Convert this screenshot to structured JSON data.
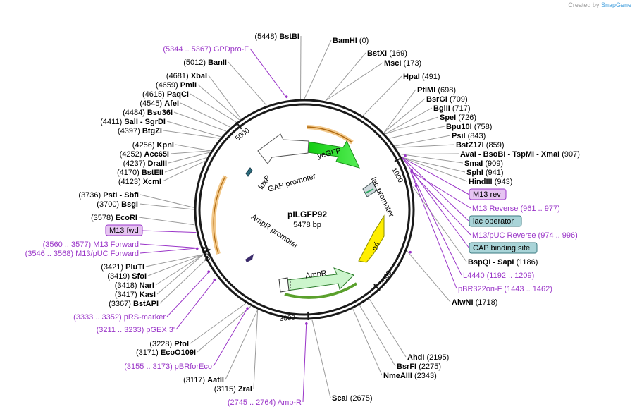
{
  "credit": {
    "created_by": "Created by",
    "brand": "SnapGene"
  },
  "plasmid": {
    "name": "pILGFP92",
    "size": "5478 bp"
  },
  "ring_ticks": [
    "1000",
    "2000",
    "3000",
    "4000",
    "5000"
  ],
  "features": [
    {
      "id": "yegfp",
      "label": "yeGFP"
    },
    {
      "id": "lac_promoter",
      "label": "lac promoter"
    },
    {
      "id": "ori",
      "label": "ori"
    },
    {
      "id": "ampr",
      "label": "AmpR"
    },
    {
      "id": "ampr_promoter",
      "label": "AmpR promoter"
    },
    {
      "id": "gap_promoter",
      "label": "GAP promoter"
    },
    {
      "id": "loxp",
      "label": "loxP"
    }
  ],
  "right_labels": [
    {
      "name": "BamHI",
      "pos": "(0)"
    },
    {
      "name": "BstXI",
      "pos": "(169)"
    },
    {
      "name": "MscI",
      "pos": "(173)"
    },
    {
      "name": "HpaI",
      "pos": "(491)"
    },
    {
      "name": "PflMI",
      "pos": "(698)"
    },
    {
      "name": "BsrGI",
      "pos": "(709)"
    },
    {
      "name": "BglII",
      "pos": "(717)"
    },
    {
      "name": "SpeI",
      "pos": "(726)"
    },
    {
      "name": "Bpu10I",
      "pos": "(758)"
    },
    {
      "name": "PsiI",
      "pos": "(843)"
    },
    {
      "name": "BstZ17I",
      "pos": "(859)"
    },
    {
      "name": "AvaI - BsoBI - TspMI - XmaI",
      "pos": "(907)"
    },
    {
      "name": "SmaI",
      "pos": "(909)"
    },
    {
      "name": "SphI",
      "pos": "(941)"
    },
    {
      "name": "HindIII",
      "pos": "(943)"
    },
    {
      "name": "BspQI - SapI",
      "pos": "(1186)"
    },
    {
      "name": "AlwNI",
      "pos": "(1718)"
    },
    {
      "name": "AhdI",
      "pos": "(2195)"
    },
    {
      "name": "BsrFI",
      "pos": "(2275)"
    },
    {
      "name": "NmeAIII",
      "pos": "(2343)"
    },
    {
      "name": "ScaI",
      "pos": "(2675)"
    }
  ],
  "right_boxes": [
    {
      "label": "M13 rev"
    },
    {
      "label": "lac operator"
    },
    {
      "label": "CAP binding site"
    }
  ],
  "right_primers": [
    {
      "name": "M13 Reverse",
      "range": "(961 .. 977)"
    },
    {
      "name": "M13/pUC Reverse",
      "range": "(974 .. 996)"
    },
    {
      "name": "L4440",
      "range": "(1192 .. 1209)"
    },
    {
      "name": "pBR322ori-F",
      "range": "(1443 .. 1462)"
    }
  ],
  "left_labels": [
    {
      "name": "BstBI",
      "pos": "(5448)"
    },
    {
      "name": "BanII",
      "pos": "(5012)"
    },
    {
      "name": "XbaI",
      "pos": "(4681)"
    },
    {
      "name": "PmlI",
      "pos": "(4659)"
    },
    {
      "name": "PaqCI",
      "pos": "(4615)"
    },
    {
      "name": "AfeI",
      "pos": "(4545)"
    },
    {
      "name": "Bsu36I",
      "pos": "(4484)"
    },
    {
      "name": "SalI - SgrDI",
      "pos": "(4411)"
    },
    {
      "name": "BtgZI",
      "pos": "(4397)"
    },
    {
      "name": "KpnI",
      "pos": "(4256)"
    },
    {
      "name": "Acc65I",
      "pos": "(4252)"
    },
    {
      "name": "DraIII",
      "pos": "(4237)"
    },
    {
      "name": "BstEII",
      "pos": "(4170)"
    },
    {
      "name": "XcmI",
      "pos": "(4123)"
    },
    {
      "name": "PstI - SbfI",
      "pos": "(3736)"
    },
    {
      "name": "BsgI",
      "pos": "(3700)"
    },
    {
      "name": "EcoRI",
      "pos": "(3578)"
    },
    {
      "name": "PluTI",
      "pos": "(3421)"
    },
    {
      "name": "SfoI",
      "pos": "(3419)"
    },
    {
      "name": "NarI",
      "pos": "(3418)"
    },
    {
      "name": "KasI",
      "pos": "(3417)"
    },
    {
      "name": "BstAPI",
      "pos": "(3367)"
    },
    {
      "name": "PfoI",
      "pos": "(3228)"
    },
    {
      "name": "EcoO109I",
      "pos": "(3171)"
    },
    {
      "name": "AatII",
      "pos": "(3117)"
    },
    {
      "name": "ZraI",
      "pos": "(3115)"
    }
  ],
  "left_boxes": [
    {
      "label": "M13 fwd"
    }
  ],
  "left_primers": [
    {
      "name": "GPDpro-F",
      "range": "(5344 .. 5367)"
    },
    {
      "name": "M13 Forward",
      "range": "(3560 .. 3577)"
    },
    {
      "name": "M13/pUC Forward",
      "range": "(3546 .. 3568)"
    },
    {
      "name": "pRS-marker",
      "range": "(3333 .. 3352)"
    },
    {
      "name": "pGEX 3'",
      "range": "(3211 .. 3233)"
    },
    {
      "name": "pBRforEco",
      "range": "(3155 .. 3173)"
    },
    {
      "name": "Amp-R",
      "range": "(2745 .. 2764)"
    }
  ],
  "colors": {
    "backbone": "#1a1a1a",
    "yegfp": "#22dd22",
    "ori": "#ffee00",
    "ampr": "#ccf5cc",
    "promoter": "#ffffff",
    "primer": "#9a35c8",
    "arc_orange": "#f2c88a",
    "arc_green": "#5aa02c",
    "box_purple": "#e6c4f2",
    "box_teal": "#a9d4d8"
  }
}
